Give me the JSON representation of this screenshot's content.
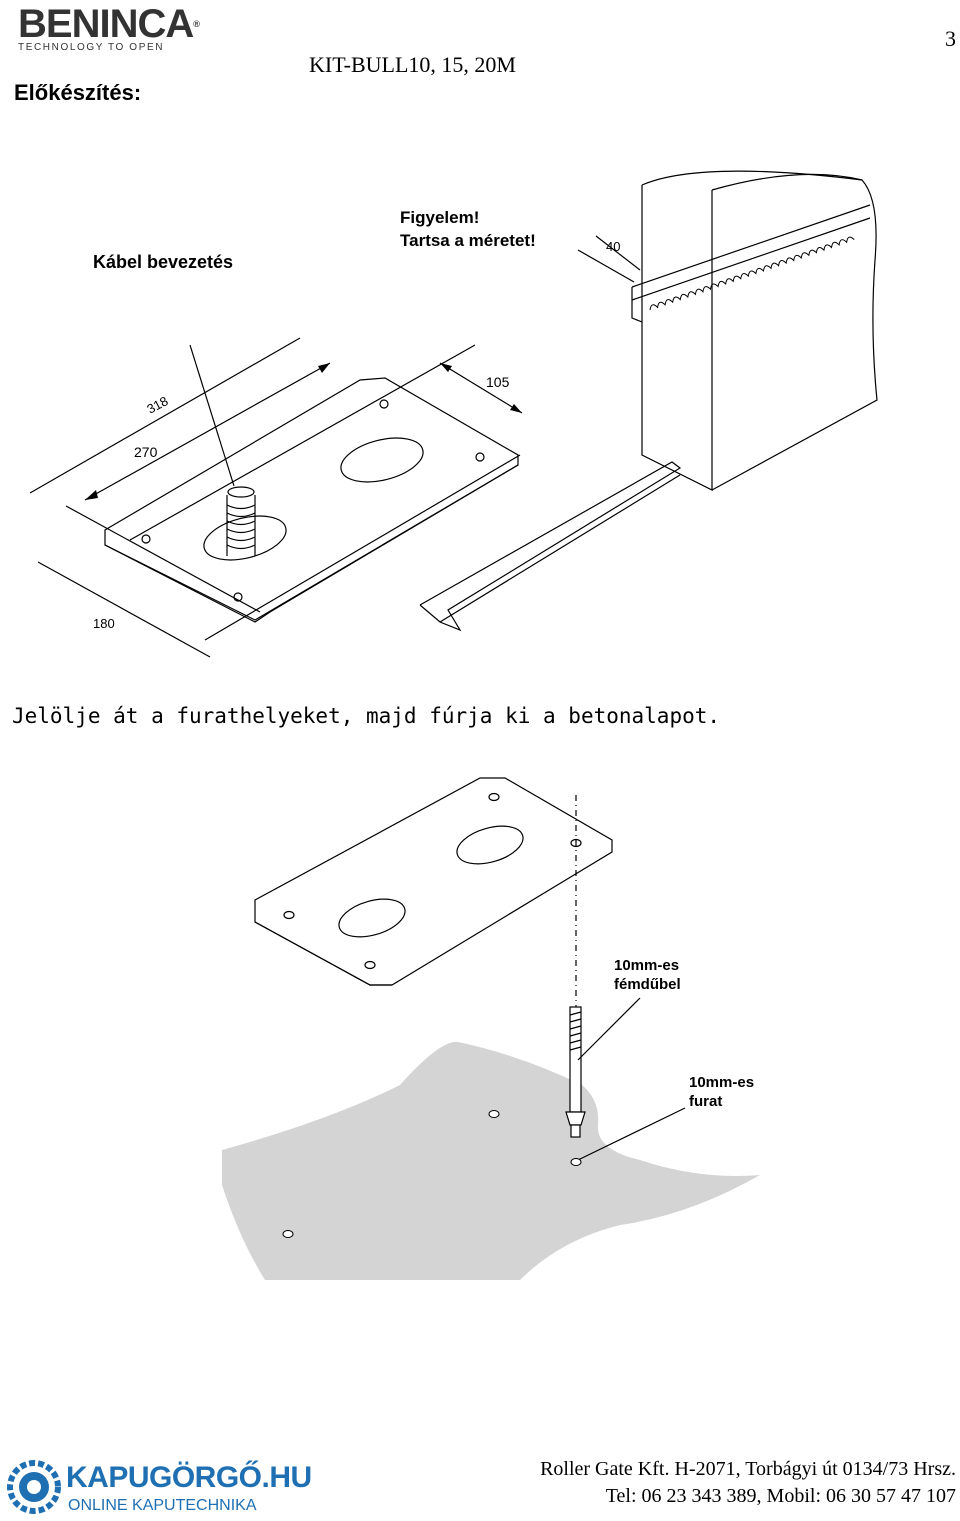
{
  "header": {
    "logo_text": "BENINCA",
    "logo_reg": "®",
    "logo_tagline": "TECHNOLOGY TO OPEN",
    "section_title": "Előkészítés:",
    "doc_title": "KIT-BULL10, 15, 20M",
    "page_number": "3"
  },
  "figure1": {
    "label_cable": "Kábel bevezetés",
    "warning_line1": "Figyelem!",
    "warning_line2": "Tartsa a méretet!",
    "dim_40": "40",
    "dim_105": "105",
    "dim_318": "318",
    "dim_270": "270",
    "dim_180": "180"
  },
  "instruction": "Jelölje át a furathelyeket, majd fúrja ki a betonalapot.",
  "figure2": {
    "dowel_line1": "10mm-es",
    "dowel_line2": "fémdűbel",
    "hole_line1": "10mm-es",
    "hole_line2": "furat"
  },
  "footer": {
    "brand_main": "KAPUGÖRGŐ.HU",
    "brand_sub": "ONLINE KAPUTECHNIKA",
    "company_line": "Roller Gate Kft. H-2071, Torbágyi út 0134/73 Hrsz.",
    "contact_line": "Tel: 06 23 343 389, Mobil: 06 30 57 47 107"
  }
}
